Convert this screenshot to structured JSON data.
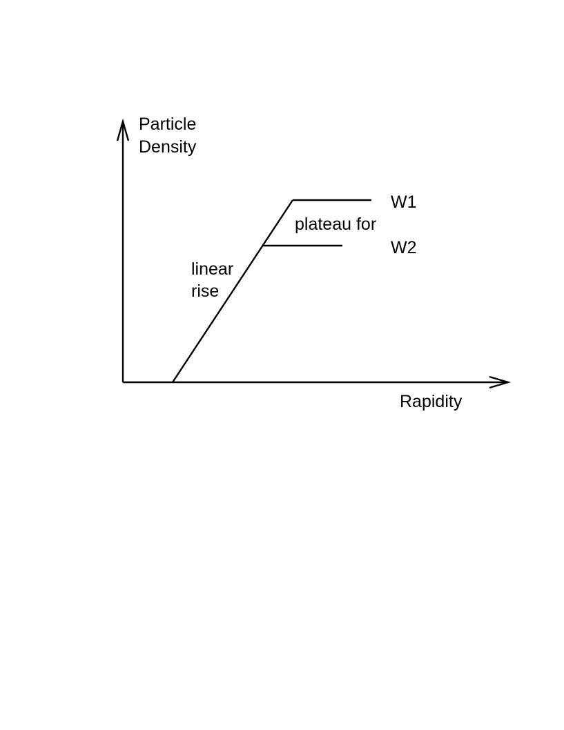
{
  "diagram": {
    "y_axis_label_line1": "Particle",
    "y_axis_label_line2": "Density",
    "x_axis_label": "Rapidity",
    "rise_label_line1": "linear",
    "rise_label_line2": "rise",
    "plateau_label": "plateau for",
    "w1_label": "W1",
    "w2_label": "W2",
    "colors": {
      "stroke": "#000000",
      "background": "#ffffff"
    }
  }
}
